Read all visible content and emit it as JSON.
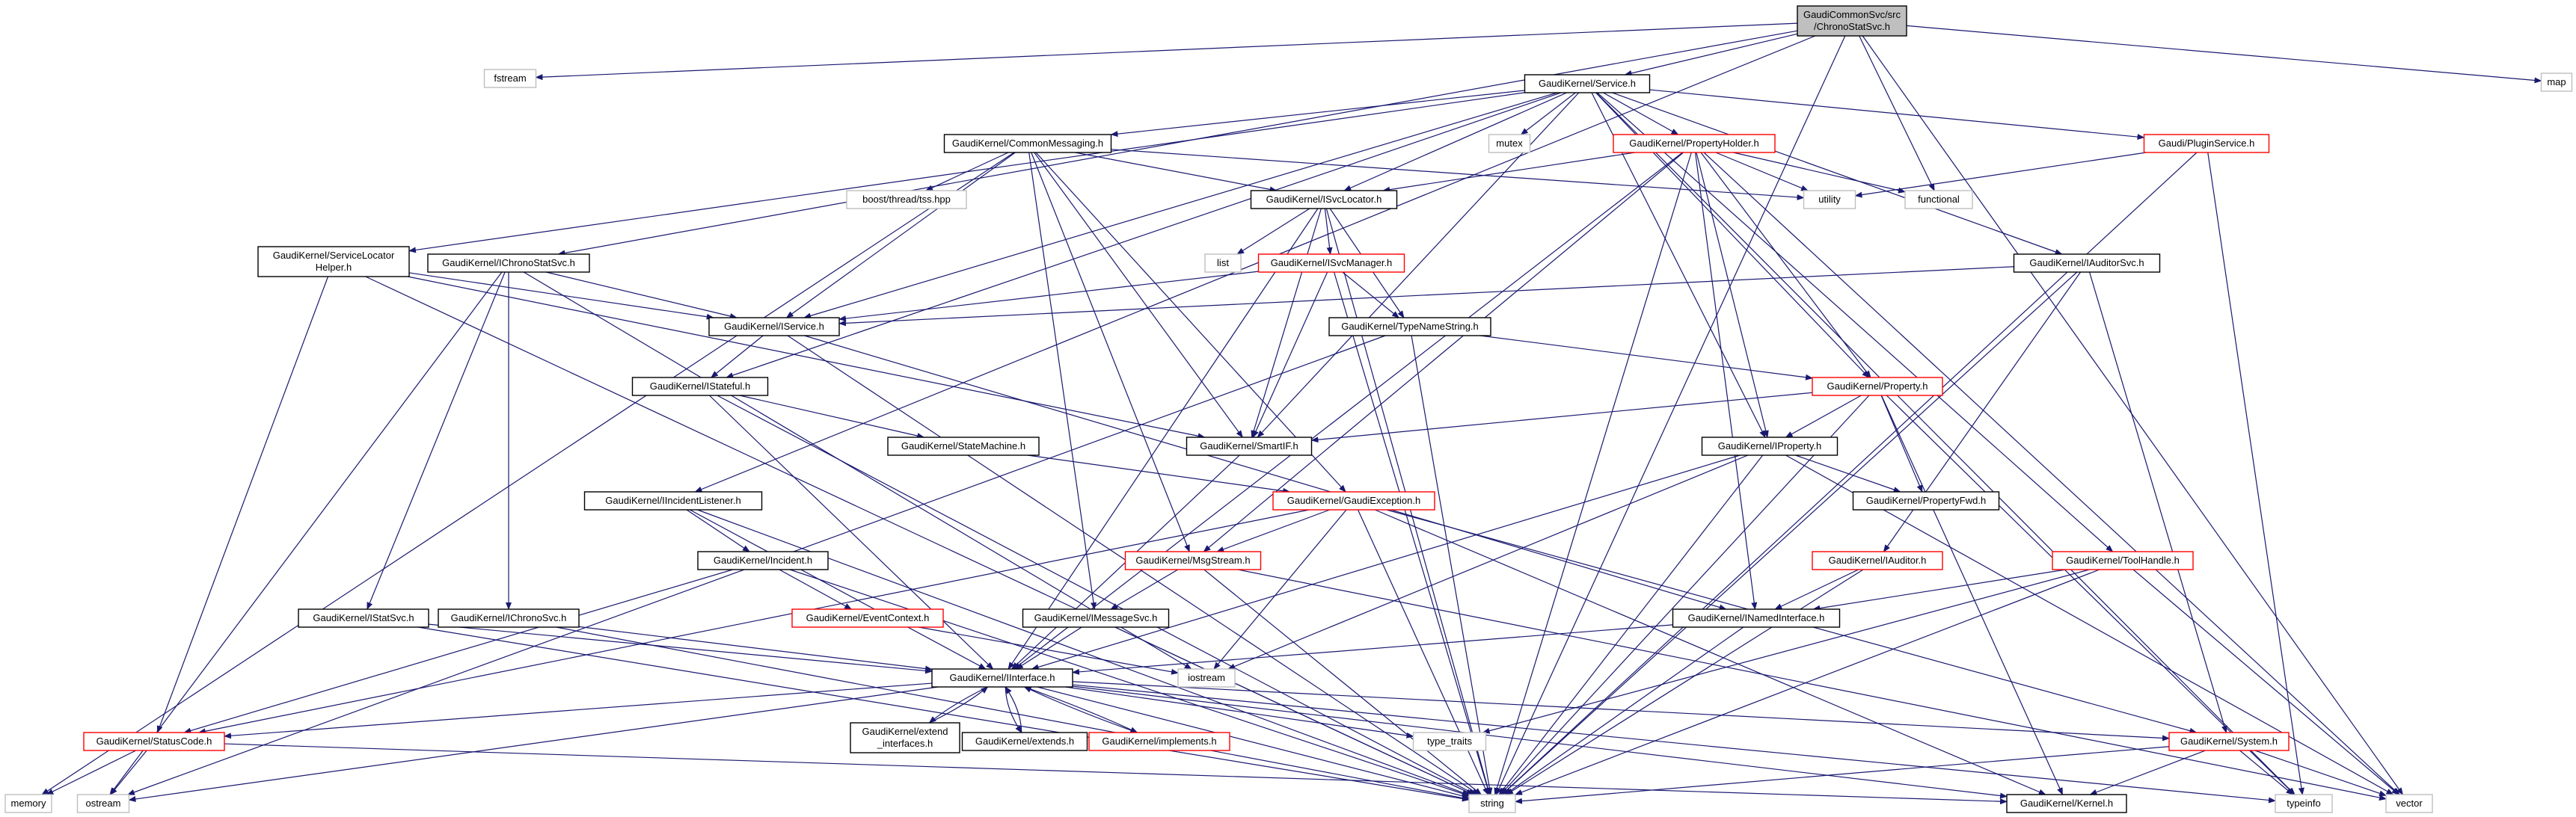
{
  "diagram": {
    "title": "",
    "colors": {
      "edge": "#191970",
      "root_fill": "#bfbfbf",
      "root_border": "#000000",
      "doc_border": "#000000",
      "trunc_border": "#ff0000",
      "plain_text": "#000000",
      "plain_border": "#bfbfbf"
    },
    "nodes": [
      {
        "id": "root",
        "label": "GaudiCommonSvc/src\n/ChronoStatSvc.h",
        "kind": "root"
      },
      {
        "id": "fstream",
        "label": "fstream",
        "kind": "plain"
      },
      {
        "id": "service",
        "label": "GaudiKernel/Service.h",
        "kind": "doc"
      },
      {
        "id": "map",
        "label": "map",
        "kind": "plain"
      },
      {
        "id": "mutex",
        "label": "mutex",
        "kind": "plain"
      },
      {
        "id": "propholder",
        "label": "GaudiKernel/PropertyHolder.h",
        "kind": "trunc"
      },
      {
        "id": "pluginsvc",
        "label": "Gaudi/PluginService.h",
        "kind": "trunc"
      },
      {
        "id": "commonmsg",
        "label": "GaudiKernel/CommonMessaging.h",
        "kind": "doc"
      },
      {
        "id": "boosttss",
        "label": "boost/thread/tss.hpp",
        "kind": "plain"
      },
      {
        "id": "utility",
        "label": "utility",
        "kind": "plain"
      },
      {
        "id": "functional",
        "label": "functional",
        "kind": "plain"
      },
      {
        "id": "isvclocator",
        "label": "GaudiKernel/ISvcLocator.h",
        "kind": "doc"
      },
      {
        "id": "list",
        "label": "list",
        "kind": "plain"
      },
      {
        "id": "isvcmanager",
        "label": "GaudiKernel/ISvcManager.h",
        "kind": "trunc"
      },
      {
        "id": "svclochelper",
        "label": "GaudiKernel/ServiceLocator\nHelper.h",
        "kind": "doc"
      },
      {
        "id": "ichronostatsvc",
        "label": "GaudiKernel/IChronoStatSvc.h",
        "kind": "doc"
      },
      {
        "id": "iservice",
        "label": "GaudiKernel/IService.h",
        "kind": "doc"
      },
      {
        "id": "typenamestring",
        "label": "GaudiKernel/TypeNameString.h",
        "kind": "doc"
      },
      {
        "id": "iauditorsvc",
        "label": "GaudiKernel/IAuditorSvc.h",
        "kind": "doc"
      },
      {
        "id": "istateful",
        "label": "GaudiKernel/IStateful.h",
        "kind": "doc"
      },
      {
        "id": "property",
        "label": "GaudiKernel/Property.h",
        "kind": "trunc"
      },
      {
        "id": "statemachine",
        "label": "GaudiKernel/StateMachine.h",
        "kind": "doc"
      },
      {
        "id": "smartif",
        "label": "GaudiKernel/SmartIF.h",
        "kind": "doc"
      },
      {
        "id": "iproperty",
        "label": "GaudiKernel/IProperty.h",
        "kind": "doc"
      },
      {
        "id": "propertyfwd",
        "label": "GaudiKernel/PropertyFwd.h",
        "kind": "doc"
      },
      {
        "id": "iincidentlistener",
        "label": "GaudiKernel/IIncidentListener.h",
        "kind": "doc"
      },
      {
        "id": "gaudiexception",
        "label": "GaudiKernel/GaudiException.h",
        "kind": "trunc"
      },
      {
        "id": "incident",
        "label": "GaudiKernel/Incident.h",
        "kind": "doc"
      },
      {
        "id": "msgstream",
        "label": "GaudiKernel/MsgStream.h",
        "kind": "trunc"
      },
      {
        "id": "iauditor",
        "label": "GaudiKernel/IAuditor.h",
        "kind": "trunc"
      },
      {
        "id": "toolhandle",
        "label": "GaudiKernel/ToolHandle.h",
        "kind": "trunc"
      },
      {
        "id": "eventcontext",
        "label": "GaudiKernel/EventContext.h",
        "kind": "trunc"
      },
      {
        "id": "istatsvc",
        "label": "GaudiKernel/IStatSvc.h",
        "kind": "doc"
      },
      {
        "id": "ichronosvc",
        "label": "GaudiKernel/IChronoSvc.h",
        "kind": "doc"
      },
      {
        "id": "imessagesvc",
        "label": "GaudiKernel/IMessageSvc.h",
        "kind": "doc"
      },
      {
        "id": "inamedinterface",
        "label": "GaudiKernel/INamedInterface.h",
        "kind": "doc"
      },
      {
        "id": "iostream",
        "label": "iostream",
        "kind": "plain"
      },
      {
        "id": "iinterface",
        "label": "GaudiKernel/IInterface.h",
        "kind": "doc"
      },
      {
        "id": "statuscode",
        "label": "GaudiKernel/StatusCode.h",
        "kind": "trunc"
      },
      {
        "id": "extendinterfaces",
        "label": "GaudiKernel/extend\n_interfaces.h",
        "kind": "doc"
      },
      {
        "id": "extends",
        "label": "GaudiKernel/extends.h",
        "kind": "doc"
      },
      {
        "id": "implements",
        "label": "GaudiKernel/implements.h",
        "kind": "trunc"
      },
      {
        "id": "typetraits",
        "label": "type_traits",
        "kind": "plain"
      },
      {
        "id": "system",
        "label": "GaudiKernel/System.h",
        "kind": "trunc"
      },
      {
        "id": "memory",
        "label": "memory",
        "kind": "plain"
      },
      {
        "id": "ostream",
        "label": "ostream",
        "kind": "plain"
      },
      {
        "id": "string",
        "label": "string",
        "kind": "plain"
      },
      {
        "id": "kernel",
        "label": "GaudiKernel/Kernel.h",
        "kind": "doc"
      },
      {
        "id": "typeinfo",
        "label": "typeinfo",
        "kind": "plain"
      },
      {
        "id": "vector",
        "label": "vector",
        "kind": "plain"
      }
    ],
    "edges": [
      [
        "root",
        "fstream"
      ],
      [
        "root",
        "service"
      ],
      [
        "root",
        "map"
      ],
      [
        "root",
        "ichronostatsvc"
      ],
      [
        "root",
        "string"
      ],
      [
        "root",
        "iincidentlistener"
      ],
      [
        "root",
        "functional"
      ],
      [
        "root",
        "vector"
      ],
      [
        "service",
        "mutex"
      ],
      [
        "service",
        "propholder"
      ],
      [
        "service",
        "pluginsvc"
      ],
      [
        "service",
        "commonmsg"
      ],
      [
        "service",
        "isvclocator"
      ],
      [
        "service",
        "svclochelper"
      ],
      [
        "service",
        "iservice"
      ],
      [
        "service",
        "istateful"
      ],
      [
        "service",
        "iauditorsvc"
      ],
      [
        "service",
        "property"
      ],
      [
        "service",
        "iproperty"
      ],
      [
        "service",
        "smartif"
      ],
      [
        "service",
        "toolhandle"
      ],
      [
        "service",
        "typeinfo"
      ],
      [
        "propholder",
        "utility"
      ],
      [
        "propholder",
        "functional"
      ],
      [
        "propholder",
        "isvclocator"
      ],
      [
        "propholder",
        "property"
      ],
      [
        "propholder",
        "iproperty"
      ],
      [
        "propholder",
        "msgstream"
      ],
      [
        "propholder",
        "inamedinterface"
      ],
      [
        "propholder",
        "string"
      ],
      [
        "propholder",
        "vector"
      ],
      [
        "propholder",
        "iinterface"
      ],
      [
        "pluginsvc",
        "utility"
      ],
      [
        "pluginsvc",
        "string"
      ],
      [
        "pluginsvc",
        "typeinfo"
      ],
      [
        "commonmsg",
        "boosttss"
      ],
      [
        "commonmsg",
        "utility"
      ],
      [
        "commonmsg",
        "isvclocator"
      ],
      [
        "commonmsg",
        "iservice"
      ],
      [
        "commonmsg",
        "smartif"
      ],
      [
        "commonmsg",
        "msgstream"
      ],
      [
        "commonmsg",
        "imessagesvc"
      ],
      [
        "commonmsg",
        "gaudiexception"
      ],
      [
        "commonmsg",
        "memory"
      ],
      [
        "isvclocator",
        "list"
      ],
      [
        "isvclocator",
        "isvcmanager"
      ],
      [
        "isvclocator",
        "typenamestring"
      ],
      [
        "isvclocator",
        "smartif"
      ],
      [
        "isvclocator",
        "iinterface"
      ],
      [
        "isvclocator",
        "string"
      ],
      [
        "isvcmanager",
        "iservice"
      ],
      [
        "isvcmanager",
        "smartif"
      ],
      [
        "isvcmanager",
        "typenamestring"
      ],
      [
        "isvcmanager",
        "string"
      ],
      [
        "svclochelper",
        "iservice"
      ],
      [
        "svclochelper",
        "smartif"
      ],
      [
        "svclochelper",
        "statuscode"
      ],
      [
        "svclochelper",
        "string"
      ],
      [
        "ichronostatsvc",
        "iservice"
      ],
      [
        "ichronostatsvc",
        "istatsvc"
      ],
      [
        "ichronostatsvc",
        "ichronosvc"
      ],
      [
        "ichronostatsvc",
        "iostream"
      ],
      [
        "ichronostatsvc",
        "ostream"
      ],
      [
        "iservice",
        "istateful"
      ],
      [
        "iservice",
        "inamedinterface"
      ],
      [
        "iservice",
        "string"
      ],
      [
        "typenamestring",
        "property"
      ],
      [
        "typenamestring",
        "string"
      ],
      [
        "typenamestring",
        "ostream"
      ],
      [
        "iauditorsvc",
        "iservice"
      ],
      [
        "iauditorsvc",
        "iauditor"
      ],
      [
        "iauditorsvc",
        "system"
      ],
      [
        "iauditorsvc",
        "string"
      ],
      [
        "istateful",
        "statemachine"
      ],
      [
        "istateful",
        "iinterface"
      ],
      [
        "istateful",
        "string"
      ],
      [
        "property",
        "smartif"
      ],
      [
        "property",
        "iproperty"
      ],
      [
        "property",
        "propertyfwd"
      ],
      [
        "property",
        "kernel"
      ],
      [
        "property",
        "typeinfo"
      ],
      [
        "property",
        "string"
      ],
      [
        "statemachine",
        "gaudiexception"
      ],
      [
        "smartif",
        "iinterface"
      ],
      [
        "iproperty",
        "propertyfwd"
      ],
      [
        "iproperty",
        "iinterface"
      ],
      [
        "iproperty",
        "iostream"
      ],
      [
        "iproperty",
        "string"
      ],
      [
        "iproperty",
        "vector"
      ],
      [
        "iincidentlistener",
        "incident"
      ],
      [
        "iincidentlistener",
        "iinterface"
      ],
      [
        "iincidentlistener",
        "string"
      ],
      [
        "gaudiexception",
        "msgstream"
      ],
      [
        "gaudiexception",
        "iostream"
      ],
      [
        "gaudiexception",
        "string"
      ],
      [
        "gaudiexception",
        "system"
      ],
      [
        "gaudiexception",
        "kernel"
      ],
      [
        "gaudiexception",
        "statuscode"
      ],
      [
        "incident",
        "eventcontext"
      ],
      [
        "incident",
        "statuscode"
      ],
      [
        "incident",
        "string"
      ],
      [
        "msgstream",
        "imessagesvc"
      ],
      [
        "msgstream",
        "string"
      ],
      [
        "msgstream",
        "vector"
      ],
      [
        "iauditor",
        "inamedinterface"
      ],
      [
        "iauditor",
        "string"
      ],
      [
        "toolhandle",
        "inamedinterface"
      ],
      [
        "toolhandle",
        "string"
      ],
      [
        "toolhandle",
        "typetraits"
      ],
      [
        "toolhandle",
        "vector"
      ],
      [
        "eventcontext",
        "iostream"
      ],
      [
        "istatsvc",
        "iinterface"
      ],
      [
        "istatsvc",
        "string"
      ],
      [
        "ichronosvc",
        "iinterface"
      ],
      [
        "ichronosvc",
        "string"
      ],
      [
        "imessagesvc",
        "iinterface"
      ],
      [
        "imessagesvc",
        "string"
      ],
      [
        "inamedinterface",
        "iinterface"
      ],
      [
        "inamedinterface",
        "string"
      ],
      [
        "iinterface",
        "statuscode"
      ],
      [
        "iinterface",
        "extendinterfaces"
      ],
      [
        "iinterface",
        "extends"
      ],
      [
        "iinterface",
        "implements"
      ],
      [
        "iinterface",
        "typetraits"
      ],
      [
        "iinterface",
        "system"
      ],
      [
        "iinterface",
        "kernel"
      ],
      [
        "iinterface",
        "ostream"
      ],
      [
        "iinterface",
        "string"
      ],
      [
        "iinterface",
        "typeinfo"
      ],
      [
        "extendinterfaces",
        "iinterface"
      ],
      [
        "extends",
        "iinterface"
      ],
      [
        "implements",
        "iinterface"
      ],
      [
        "statuscode",
        "memory"
      ],
      [
        "statuscode",
        "ostream"
      ],
      [
        "statuscode",
        "kernel"
      ],
      [
        "system",
        "string"
      ],
      [
        "system",
        "kernel"
      ],
      [
        "system",
        "typeinfo"
      ],
      [
        "system",
        "vector"
      ]
    ]
  }
}
